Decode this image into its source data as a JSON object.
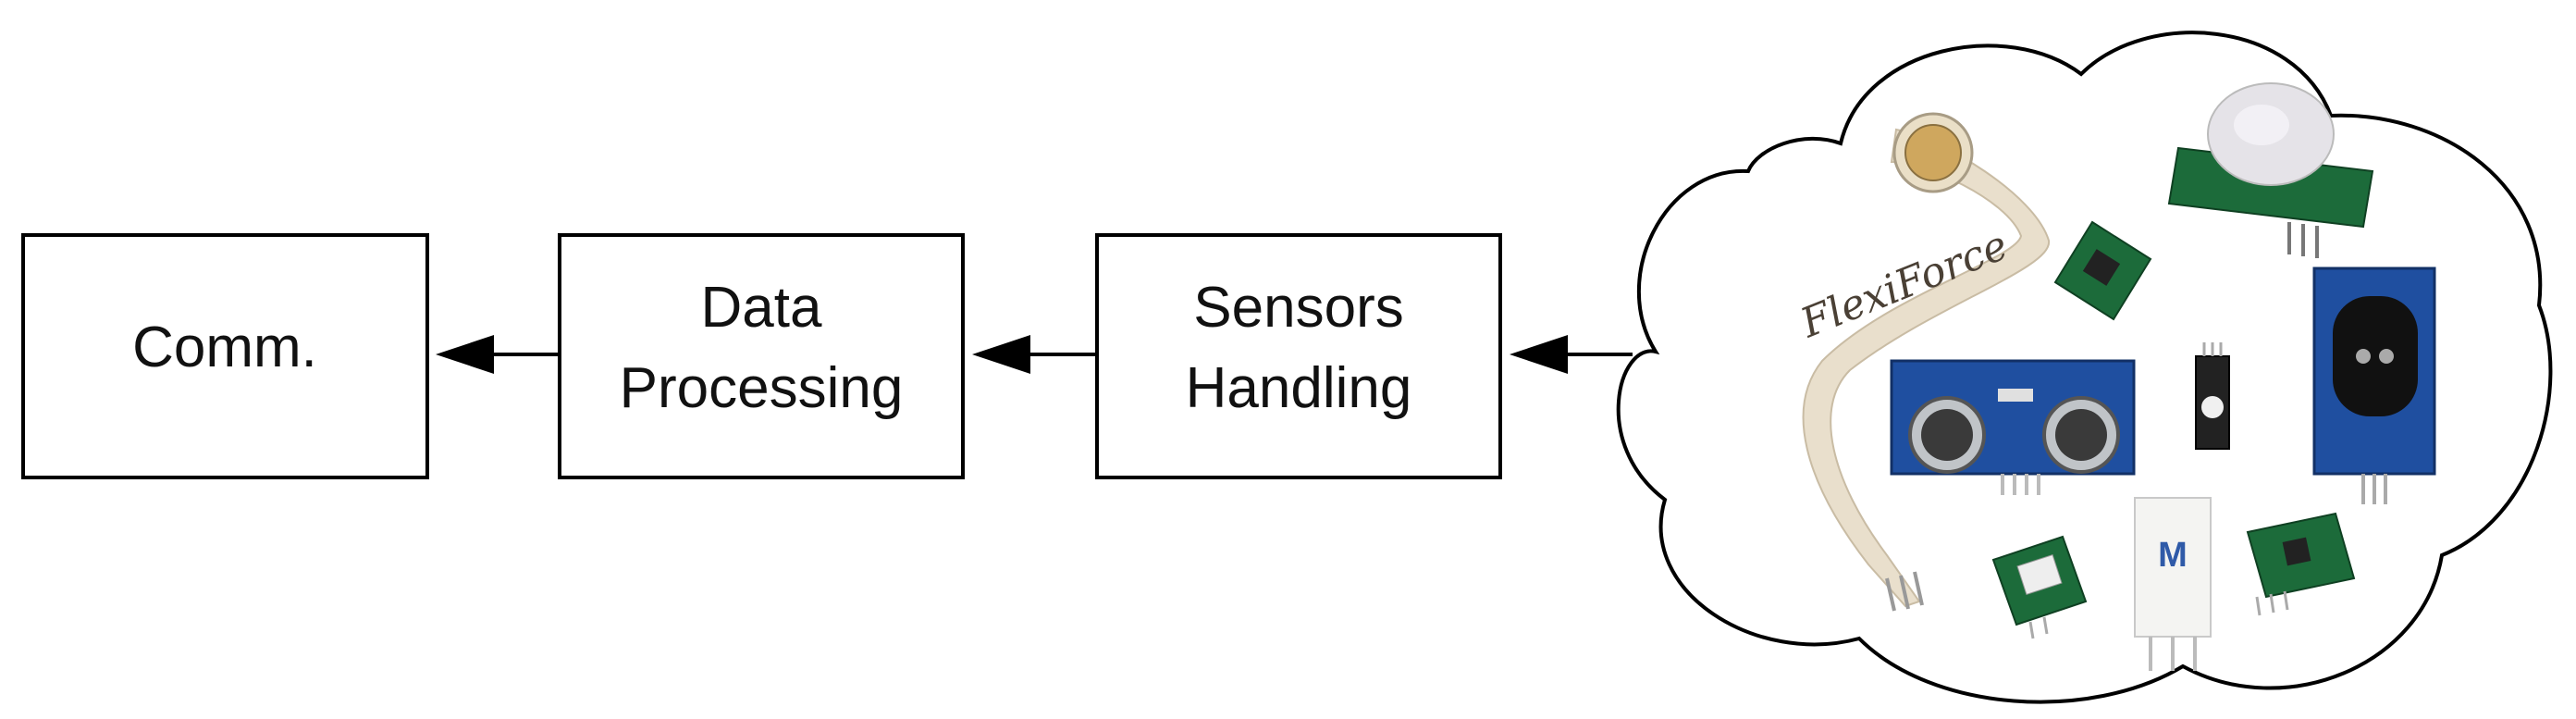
{
  "boxes": [
    {
      "id": "comm",
      "lines": [
        "Comm."
      ]
    },
    {
      "id": "data-processing",
      "lines": [
        "Data",
        "Processing"
      ]
    },
    {
      "id": "sensors-handling",
      "lines": [
        "Sensors",
        "Handling"
      ]
    }
  ],
  "sensors_cloud": {
    "items": [
      {
        "icon": "flexiforce-sensor-icon",
        "label": "FlexiForce"
      },
      {
        "icon": "pir-motion-sensor-icon"
      },
      {
        "icon": "pressure-sensor-icon"
      },
      {
        "icon": "ultrasonic-sensor-icon"
      },
      {
        "icon": "ir-sensor-icon"
      },
      {
        "icon": "dust-sensor-icon"
      },
      {
        "icon": "humidity-sensor-icon"
      },
      {
        "icon": "gas-sensor-icon",
        "label": "M"
      },
      {
        "icon": "accelerometer-icon"
      }
    ]
  },
  "colors": {
    "line": "#000000",
    "pcb_blue": "#1f4fa0",
    "pcb_green": "#1c6b3a",
    "flex_strip": "#e9dfcc"
  }
}
